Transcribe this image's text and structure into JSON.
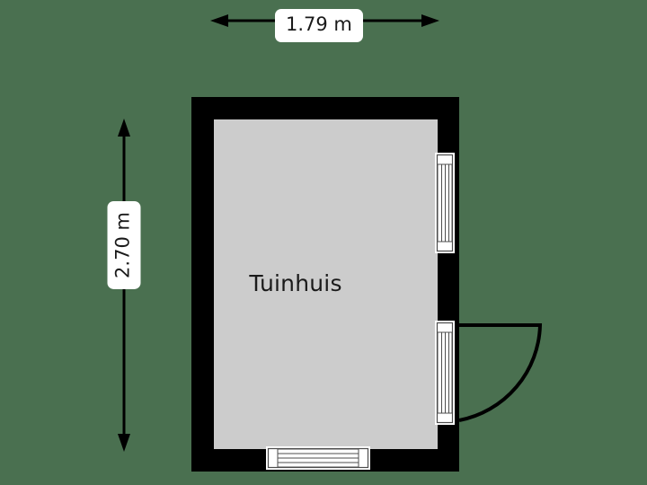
{
  "plan": {
    "background_color": "#4a7050",
    "wall_color": "#000000",
    "floor_color": "#cccccc",
    "room": {
      "name": "Tuinhuis"
    },
    "dimensions": {
      "width_label": "1.79 m",
      "height_label": "2.70 m"
    },
    "openings": [
      {
        "id": "window-right-upper",
        "type": "window"
      },
      {
        "id": "door-right-lower",
        "type": "door",
        "swing": "outward-right"
      },
      {
        "id": "window-bottom",
        "type": "window"
      }
    ]
  }
}
